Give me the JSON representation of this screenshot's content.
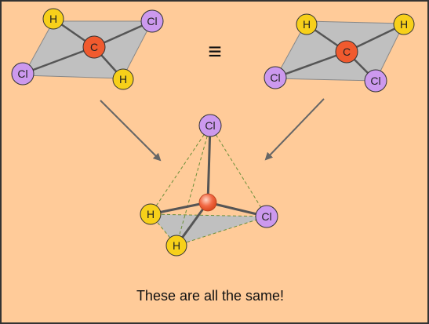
{
  "caption": "These are all the same!",
  "equals_symbol": "≡",
  "atoms": {
    "carbon": "C",
    "hydrogen": "H",
    "chlorine": "Cl"
  },
  "colors": {
    "background": "#FFCB99",
    "border": "#333333",
    "hydrogen": "#F7D01A",
    "chlorine": "#CC99EE",
    "carbon": "#F05A2E",
    "plane_fill": "#C0C0C0",
    "plane_stroke": "#888888",
    "bond": "#555555",
    "dashed_edge": "#6B8F3A",
    "arrow": "#666666"
  }
}
